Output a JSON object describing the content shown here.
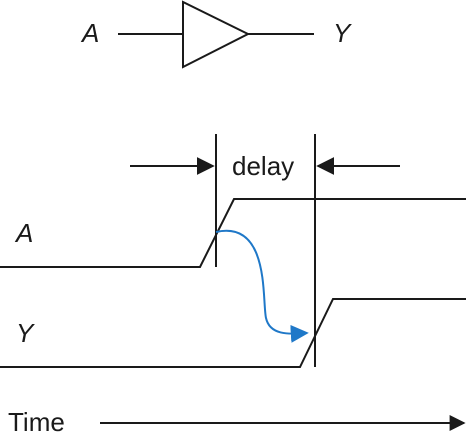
{
  "buffer": {
    "input_label": "A",
    "output_label": "Y"
  },
  "timing": {
    "delay_label": "delay",
    "signal_a_label": "A",
    "signal_y_label": "Y",
    "time_label": "Time"
  },
  "colors": {
    "line": "#1a1a1a",
    "causality_arrow": "#1f78c8"
  }
}
